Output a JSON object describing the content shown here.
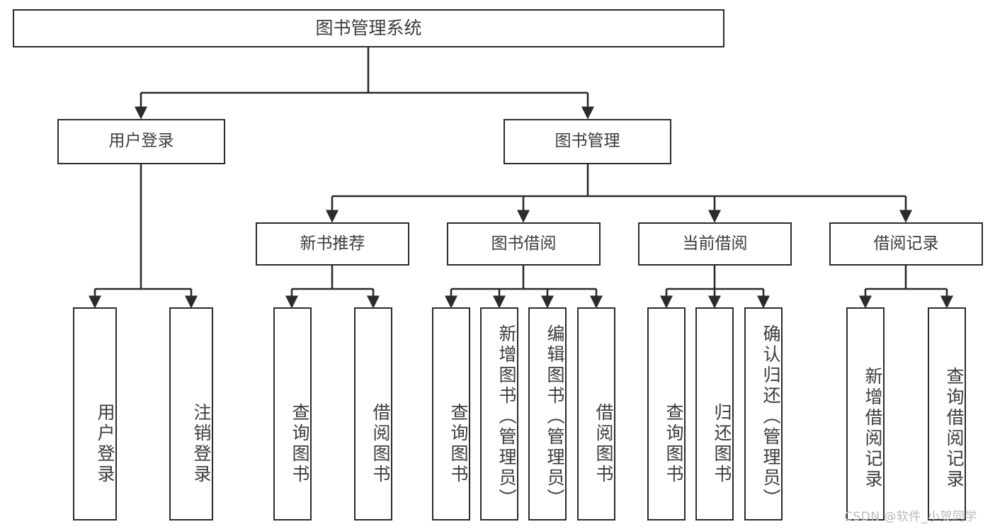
{
  "diagram": {
    "title": "图书管理系统",
    "type": "tree-hierarchy-diagram",
    "root": {
      "label": "图书管理系统"
    },
    "level2": [
      {
        "label": "用户登录"
      },
      {
        "label": "图书管理"
      }
    ],
    "level3": [
      {
        "label": "新书推荐"
      },
      {
        "label": "图书借阅"
      },
      {
        "label": "当前借阅"
      },
      {
        "label": "借阅记录"
      }
    ],
    "leaves": {
      "user_login": [
        {
          "label": "用户登录"
        },
        {
          "label": "注销登录"
        }
      ],
      "new_book_recommend": [
        {
          "label": "查询图书"
        },
        {
          "label": "借阅图书"
        }
      ],
      "book_borrow": [
        {
          "label": "查询图书"
        },
        {
          "label": "新增图书（管理员）"
        },
        {
          "label": "编辑图书（管理员）"
        },
        {
          "label": "借阅图书"
        }
      ],
      "current_borrow": [
        {
          "label": "查询图书"
        },
        {
          "label": "归还图书"
        },
        {
          "label": "确认归还（管理员）"
        }
      ],
      "borrow_record": [
        {
          "label": "新增借阅记录"
        },
        {
          "label": "查询借阅记录"
        }
      ]
    }
  },
  "watermark": {
    "text": "CSDN @软件_小贺同学"
  },
  "colors": {
    "stroke": "#2b2b2b",
    "text": "#3c3c3c",
    "background": "#ffffff",
    "watermark": "#b9b9b9"
  }
}
